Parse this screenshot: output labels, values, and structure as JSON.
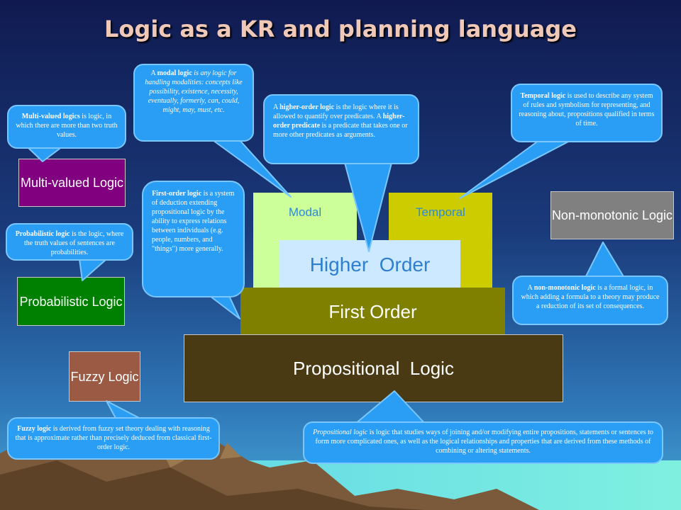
{
  "title": "Logic as a KR and planning language",
  "layers": {
    "modal": "Modal",
    "temporal": "Temporal",
    "higher_order": "Higher  Order",
    "first_order": "First Order",
    "propositional": "Propositional  Logic"
  },
  "side_logics": {
    "multi_valued": "Multi-valued Logic",
    "probabilistic": "Probabilistic Logic",
    "fuzzy": "Fuzzy Logic",
    "non_monotonic": "Non-monotonic Logic"
  },
  "callouts": {
    "multi_valued": {
      "term": "Multi-valued logics",
      "rest": " is logic, in which there are more than two truth values."
    },
    "modal": {
      "pre": "A ",
      "term": "modal logic",
      "rest": " is any logic for handling modalities: concepts like possibility, existence, necessity, eventually, formerly, can, could, might, may, must, etc."
    },
    "higher_order": {
      "pre": "A ",
      "term": "higher-order logic",
      "mid": " is the logic where it is allowed to quantify over predicates.  A ",
      "term2": "higher-order predicate",
      "rest": " is a predicate that takes one or more other predicates as arguments."
    },
    "temporal": {
      "term": "Temporal logic",
      "rest": " is used to describe any system of rules and symbolism for representing, and reasoning about, propositions qualified in terms of time."
    },
    "first_order": {
      "term": "First-order logic",
      "rest": "  is a system of deduction extending propositional logic by the ability to express relations between individuals (e.g. people, numbers, and \"things\") more generally."
    },
    "probabilistic": {
      "term": "Probabilistic logic",
      "rest": " is the logic, where the truth values of sentences are probabilities."
    },
    "non_monotonic": {
      "pre": "A ",
      "term": "non-monotonic logic",
      "rest": " is a formal logic, in which adding a formula to a theory may produce a reduction of its set of consequences."
    },
    "fuzzy": {
      "term": "Fuzzy logic",
      "rest": " is derived from fuzzy set theory dealing with reasoning that is approximate rather than precisely deduced from classical first-order logic."
    },
    "propositional": {
      "term": "Propositional logic",
      "rest": " is logic that studies ways of joining and/or modifying entire propositions, statements or sentences to form more complicated ones, as well as the logical relationships and properties that are derived from these methods of combining or altering statements."
    }
  },
  "colors": {
    "modal": "#ccff99",
    "temporal": "#cccc00",
    "higher_order": "#cce9ff",
    "first_order": "#808000",
    "propositional": "#4a3a14",
    "multi_valued": "#800080",
    "probabilistic": "#008000",
    "fuzzy": "#9a5a44",
    "non_monotonic": "#808080",
    "bubble": "#2a9df4"
  }
}
